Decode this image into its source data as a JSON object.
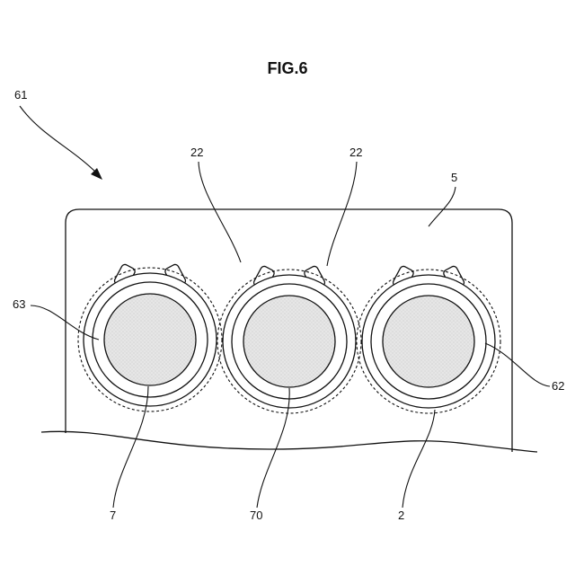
{
  "figure": {
    "title": "FIG.6",
    "labels": {
      "assembly": "61",
      "housing": "5",
      "tab_left": "22",
      "tab_right": "22",
      "left_cell": "63",
      "right_cell": "62",
      "core_left": "7",
      "core_center": "70",
      "ring_right": "2"
    }
  }
}
